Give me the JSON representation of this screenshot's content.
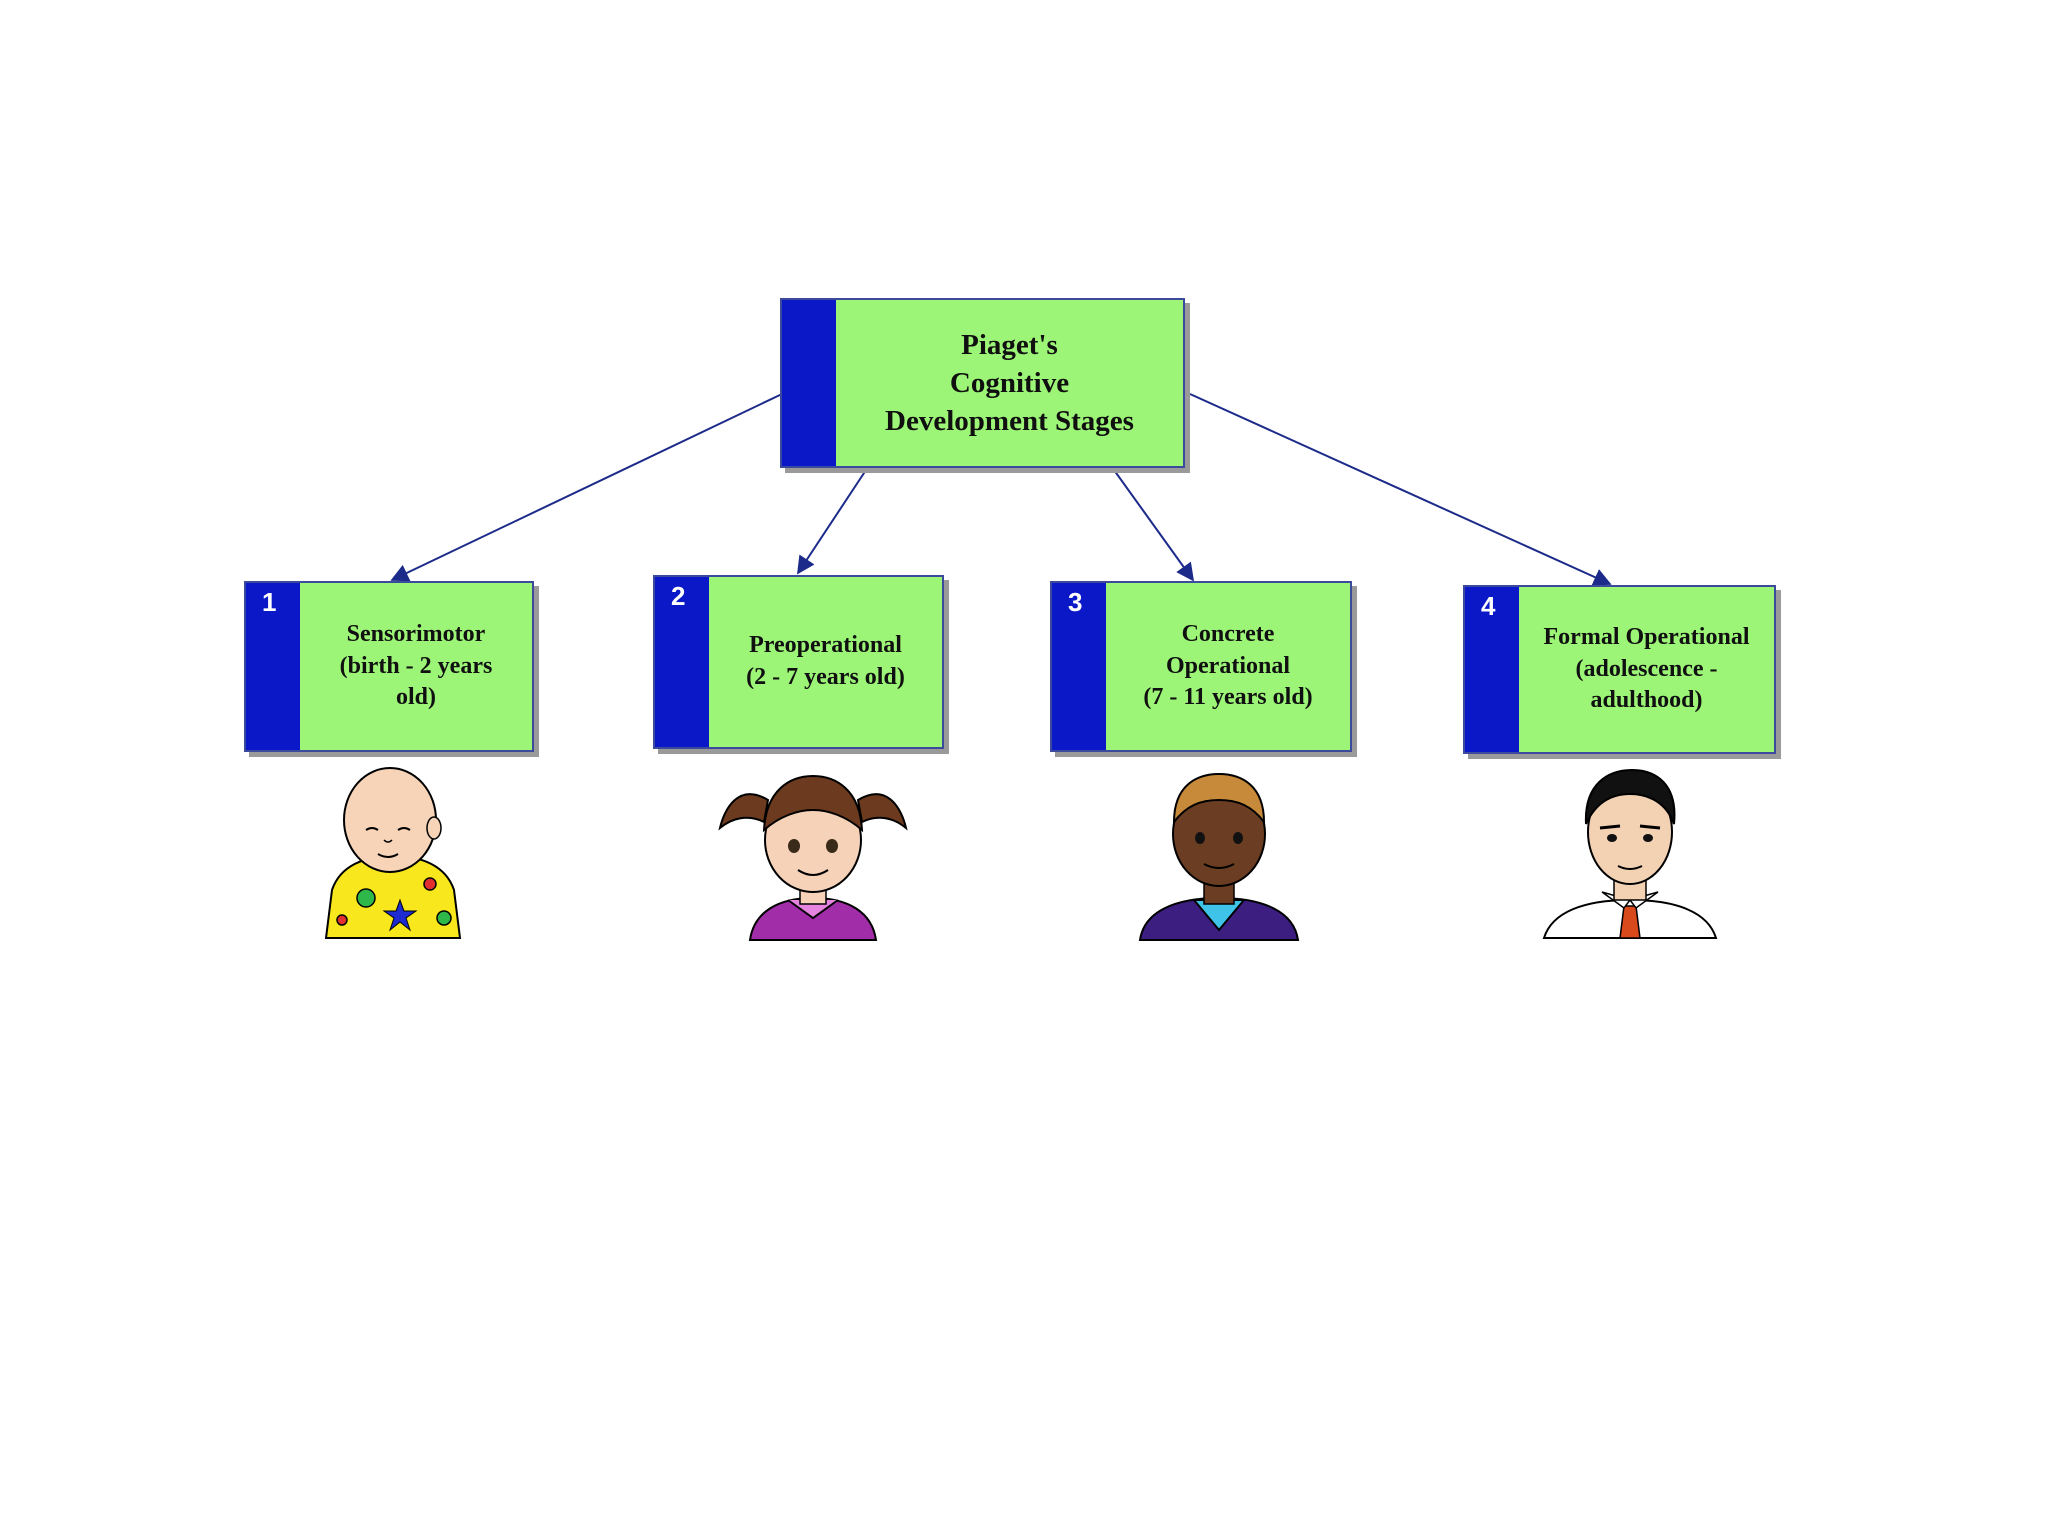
{
  "diagram": {
    "root": {
      "label": "Piaget's\nCognitive\nDevelopment Stages"
    },
    "stages": [
      {
        "number": "1",
        "label": "Sensorimotor\n(birth - 2 years\nold)",
        "figure": "baby-icon"
      },
      {
        "number": "2",
        "label": "Preoperational\n(2 - 7 years old)",
        "figure": "girl-icon"
      },
      {
        "number": "3",
        "label": "Concrete\nOperational\n(7 - 11 years old)",
        "figure": "boy-icon"
      },
      {
        "number": "4",
        "label": "Formal Operational\n(adolescence -\nadulthood)",
        "figure": "man-icon"
      }
    ],
    "colors": {
      "node_fill": "#9cf577",
      "node_bar": "#0a18c8",
      "node_border": "#3b4a9c",
      "connector": "#1c2a8a"
    }
  }
}
